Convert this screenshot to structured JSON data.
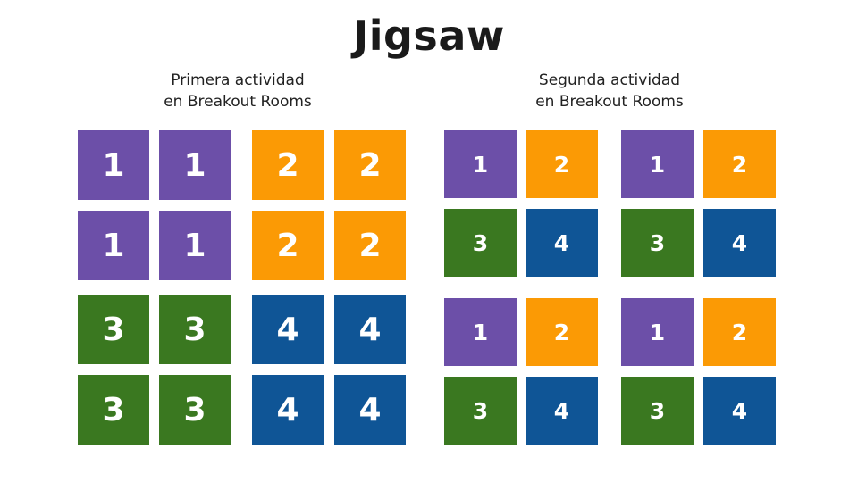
{
  "title": "Jigsaw",
  "first_activity": {
    "heading_line1": "Primera actividad",
    "heading_line2": "en Breakout Rooms",
    "tiles": [
      "1",
      "1",
      "2",
      "2",
      "1",
      "1",
      "2",
      "2",
      "3",
      "3",
      "4",
      "4",
      "3",
      "3",
      "4",
      "4"
    ]
  },
  "second_activity": {
    "heading_line1": "Segunda actividad",
    "heading_line2": "en Breakout Rooms",
    "tiles": [
      "1",
      "2",
      "1",
      "2",
      "3",
      "4",
      "3",
      "4",
      "1",
      "2",
      "1",
      "2",
      "3",
      "4",
      "3",
      "4"
    ]
  },
  "group_colors": {
    "1": "#6c4fa8",
    "2": "#fb9a05",
    "3": "#3a7820",
    "4": "#0f5596"
  }
}
